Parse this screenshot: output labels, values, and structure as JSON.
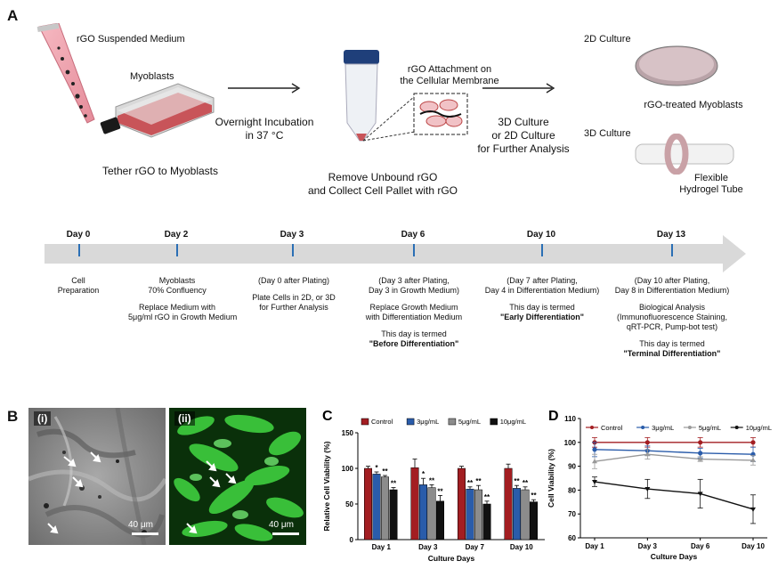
{
  "panel_a": {
    "letter": "A",
    "rgo_medium": "rGO Suspended Medium",
    "myoblasts": "Myoblasts",
    "tether": "Tether rGO to Myoblasts",
    "incubation": [
      "Overnight Incubation",
      "in 37 °C"
    ],
    "attachment": [
      "rGO Attachment on",
      "the Cellular Membrane"
    ],
    "remove": [
      "Remove Unbound rGO",
      "and Collect Cell Pallet with rGO"
    ],
    "culture": [
      "3D Culture",
      "or 2D Culture",
      "for Further Analysis"
    ],
    "culture_2d": "2D Culture",
    "rgo_treated": "rGO-treated Myoblasts",
    "culture_3d": "3D Culture",
    "hydrogel": [
      "Flexible",
      "Hydrogel Tube"
    ]
  },
  "timeline": {
    "days": [
      "Day 0",
      "Day 2",
      "Day 3",
      "Day 6",
      "Day 10",
      "Day 13"
    ],
    "d0": [
      "Cell",
      "Preparation"
    ],
    "d2": [
      "Myoblasts",
      "70% Confluency",
      "",
      "Replace Medium with",
      "5μg/ml rGO in Growth Medium"
    ],
    "d3": [
      "(Day 0 after Plating)",
      "",
      "Plate Cells in 2D, or 3D",
      "for Further Analysis"
    ],
    "d6": [
      "(Day 3 after Plating,",
      "Day 3 in Growth Medium)",
      "",
      "Replace Growth Medium",
      "with Differentiation Medium",
      "",
      "This day is termed"
    ],
    "d6_term": "\"Before Differentiation\"",
    "d10": [
      "(Day 7 after Plating,",
      "Day 4 in Differentiation Medium)",
      "",
      "This day is termed"
    ],
    "d10_term": "\"Early Differentiation\"",
    "d13": [
      "(Day 10 after Plating,",
      "Day 8 in Differentiation Medium)",
      "",
      "Biological Analysis",
      "(Immunofluorescence Staining,",
      "qRT-PCR, Pump-bot test)",
      "",
      "This day is termed"
    ],
    "d13_term": "\"Terminal Differentiation\""
  },
  "panel_b": {
    "letter": "B",
    "img1_label": "(i)",
    "img2_label": "(ii)",
    "scale1": "40 μm",
    "scale2": "40 μm"
  },
  "chart_data": [
    {
      "panel": "C",
      "type": "bar",
      "ylabel": "Relative Cell Viability (%)",
      "xlabel": "Culture Days",
      "ylim": [
        0,
        150
      ],
      "yticks": [
        "0",
        "50",
        "100",
        "150"
      ],
      "categories": [
        "Day 1",
        "Day 3",
        "Day 7",
        "Day 10"
      ],
      "series": [
        {
          "name": "Control",
          "color": "#a31e22",
          "values": [
            100,
            101,
            100,
            100
          ],
          "errors": [
            3,
            12,
            3,
            6
          ]
        },
        {
          "name": "3μg/mL",
          "color": "#2a5caa",
          "values": [
            92,
            77,
            71,
            72
          ],
          "errors": [
            3,
            9,
            3,
            4
          ]
        },
        {
          "name": "5μg/mL",
          "color": "#8c8c8c",
          "values": [
            88,
            73,
            70,
            70
          ],
          "errors": [
            2,
            4,
            6,
            4
          ]
        },
        {
          "name": "10μg/mL",
          "color": "#111111",
          "values": [
            70,
            54,
            50,
            53
          ],
          "errors": [
            3,
            8,
            4,
            3
          ]
        }
      ],
      "significance": [
        [
          "",
          "*",
          "**",
          "**"
        ],
        [
          "",
          "*",
          "**",
          "**"
        ],
        [
          "",
          "**",
          "**",
          "**"
        ],
        [
          "",
          "**",
          "**",
          "**"
        ]
      ]
    },
    {
      "panel": "D",
      "type": "line",
      "ylabel": "Cell Viability (%)",
      "xlabel": "Culture Days",
      "ylim": [
        60,
        110
      ],
      "yticks": [
        "60",
        "70",
        "80",
        "90",
        "100",
        "110"
      ],
      "categories": [
        "Day 1",
        "Day 3",
        "Day 6",
        "Day 10"
      ],
      "series": [
        {
          "name": "Control",
          "color": "#a31e22",
          "marker": "circle",
          "values": [
            100,
            100,
            100,
            100
          ],
          "errors": [
            2,
            2,
            2,
            2
          ]
        },
        {
          "name": "3μg/mL",
          "color": "#2a5caa",
          "marker": "circle",
          "values": [
            97,
            96.5,
            95.5,
            95
          ],
          "errors": [
            3,
            2,
            2,
            3
          ]
        },
        {
          "name": "5μg/mL",
          "color": "#999999",
          "marker": "triangle",
          "values": [
            92,
            95,
            93,
            92.5
          ],
          "errors": [
            3,
            2,
            1,
            2
          ]
        },
        {
          "name": "10μg/mL",
          "color": "#111111",
          "marker": "triangle-down",
          "values": [
            83.5,
            80.5,
            78.5,
            72
          ],
          "errors": [
            2,
            4,
            6,
            6
          ]
        }
      ]
    }
  ]
}
